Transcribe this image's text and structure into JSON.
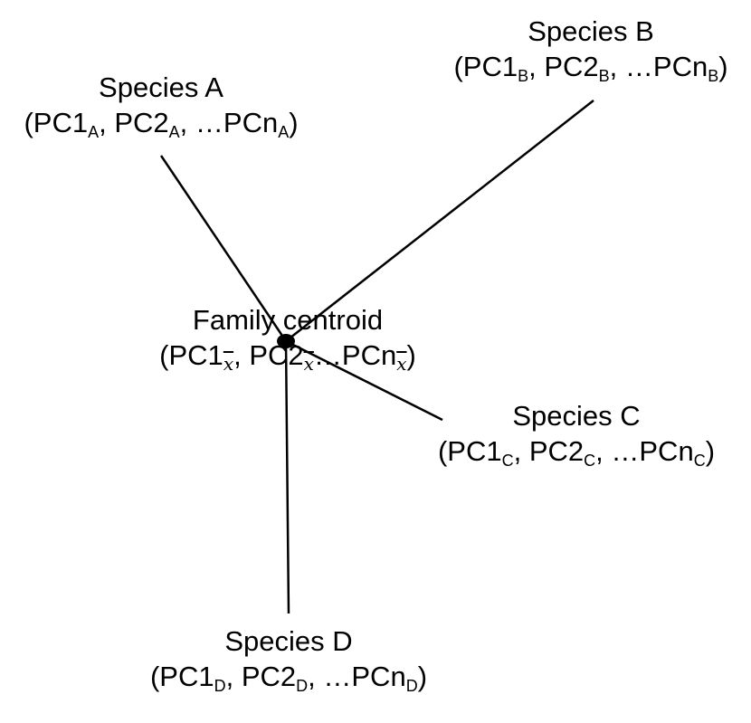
{
  "nodes": {
    "species_a": {
      "name": "Species A",
      "coords": [
        {
          "text": "(PC1",
          "sub": "A"
        },
        {
          "text": ", PC2",
          "sub": "A"
        },
        {
          "text": ", …PCn",
          "sub": "A"
        },
        {
          "text": ")",
          "sub": ""
        }
      ]
    },
    "species_b": {
      "name": "Species B",
      "coords": [
        {
          "text": "(PC1",
          "sub": "B"
        },
        {
          "text": ", PC2",
          "sub": "B"
        },
        {
          "text": ", …PCn",
          "sub": "B"
        },
        {
          "text": ")",
          "sub": ""
        }
      ]
    },
    "species_c": {
      "name": "Species C",
      "coords": [
        {
          "text": "(PC1",
          "sub": "C"
        },
        {
          "text": ", PC2",
          "sub": "C"
        },
        {
          "text": ", …PCn",
          "sub": "C"
        },
        {
          "text": ")",
          "sub": ""
        }
      ]
    },
    "species_d": {
      "name": "Species D",
      "coords": [
        {
          "text": "(PC1",
          "sub": "D"
        },
        {
          "text": ", PC2",
          "sub": "D"
        },
        {
          "text": ", …PCn",
          "sub": "D"
        },
        {
          "text": ")",
          "sub": ""
        }
      ]
    },
    "centroid": {
      "name": "Family centroid",
      "coords": [
        {
          "text": "(PC1",
          "sub": "x"
        },
        {
          "text": ", PC2",
          "sub": "x"
        },
        {
          "text": "…PCn",
          "sub": "x"
        },
        {
          "text": ")",
          "sub": ""
        }
      ]
    }
  }
}
